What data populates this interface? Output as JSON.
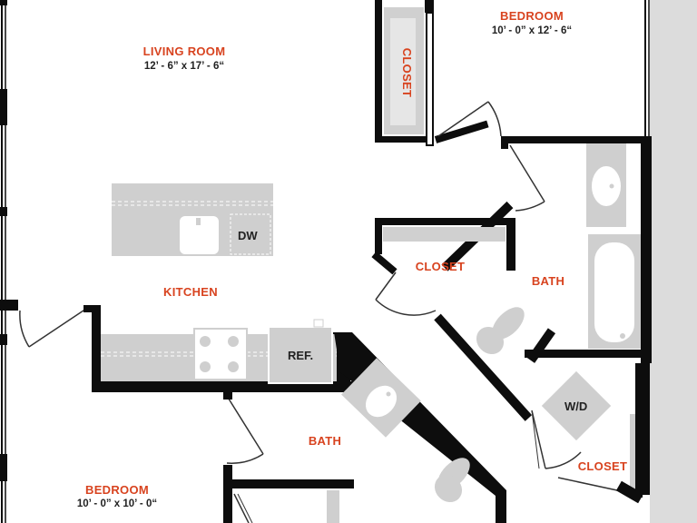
{
  "colors": {
    "wall": "#0d0d0d",
    "fixture": "#cfcfcf",
    "label": "#d8431f",
    "exterior": "#dcdcdc",
    "text": "#222222"
  },
  "rooms": {
    "living_room": {
      "name": "LIVING ROOM",
      "dims": "12’ - 6” x 17’ - 6“"
    },
    "bedroom_top": {
      "name": "BEDROOM",
      "dims": "10’ - 0” x 12’ - 6“"
    },
    "bedroom_bottom": {
      "name": "BEDROOM",
      "dims": "10’ - 0” x 10’ - 0“"
    },
    "kitchen": {
      "name": "KITCHEN"
    },
    "bath_right": {
      "name": "BATH"
    },
    "bath_center": {
      "name": "BATH"
    },
    "closet_top": {
      "name": "CLOSET"
    },
    "closet_mid": {
      "name": "CLOSET"
    },
    "closet_bottom": {
      "name": "CLOSET"
    }
  },
  "fixtures": {
    "dishwasher": "DW",
    "refrigerator": "REF.",
    "washer_dryer": "W/D"
  }
}
